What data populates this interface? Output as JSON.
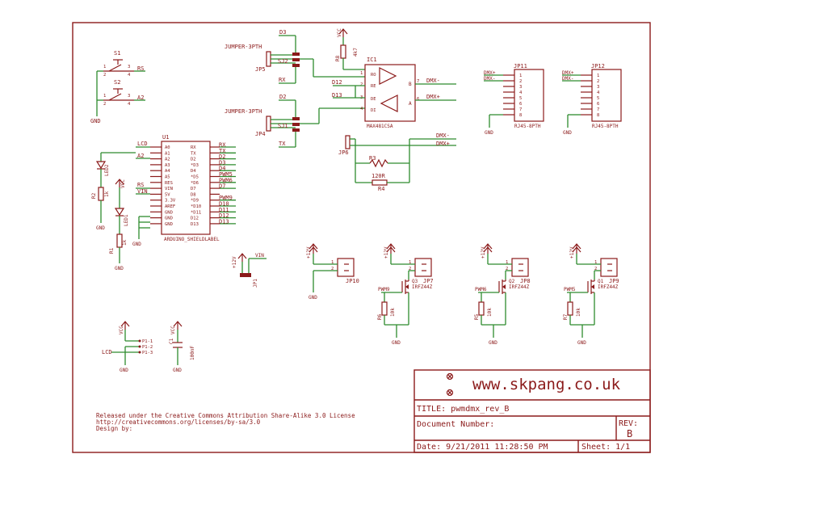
{
  "title_block": {
    "website": "www.skpang.co.uk",
    "title": "TITLE: pwmdmx_rev_B",
    "doc_number": "Document Number:",
    "rev_label": "REV:",
    "rev_value": "B",
    "date": "Date: 9/21/2011 11:28:50 PM",
    "sheet": "Sheet: 1/1"
  },
  "license": {
    "line1": "Released under the Creative Commons Attribution Share-Alike 3.0 License",
    "line2": "http://creativecommons.org/licenses/by-sa/3.0",
    "line3": "Design by:"
  },
  "switches": {
    "s1": "S1",
    "s2": "S2",
    "rs": "RS",
    "a2": "A2",
    "gnd": "GND",
    "p1": "1",
    "p2": "2",
    "p3": "3",
    "p4": "4"
  },
  "jumpers": {
    "jp5_label": "JUMPER-3PTH",
    "jp5": "JP5",
    "sj2": "SJ2",
    "d3": "D3",
    "rx": "RX",
    "jp4_label": "JUMPER-3PTH",
    "jp4": "JP4",
    "sj1": "SJ1",
    "d2": "D2",
    "tx": "TX"
  },
  "transceiver": {
    "ic": "IC1",
    "part": "MAX481CSA",
    "vcc": "VCC",
    "r8": "R8",
    "r8v": "4k7",
    "d12": "D12",
    "d13": "D13",
    "pins": [
      "RO",
      "RE",
      "DE",
      "DI"
    ],
    "pin_nums": [
      "1",
      "2",
      "3",
      "4",
      "6",
      "7"
    ],
    "a": "A",
    "b": "B",
    "dmx_minus": "DMX-",
    "dmx_plus": "DMX+"
  },
  "terminator": {
    "jp6": "JP6",
    "r3": "R3",
    "r4": "R4",
    "r4v": "120R",
    "dmx_minus": "DMX-",
    "dmx_plus": "DMX+"
  },
  "rj45": {
    "jp11": "JP11",
    "jp12": "JP12",
    "part": "RJ45-8PTH",
    "dmx_plus": "DMX+",
    "dmx_minus": "DMX-",
    "gnd": "GND",
    "pins": [
      "1",
      "2",
      "3",
      "4",
      "5",
      "6",
      "7",
      "8"
    ]
  },
  "arduino": {
    "name": "U1",
    "part": "ARDUINO_SHIELDLABEL",
    "left_pins": [
      "A0",
      "A1",
      "A2",
      "A3",
      "A4",
      "A5",
      "RES",
      "VIN",
      "5V",
      "3.3V",
      "AREF",
      "GND",
      "GND",
      "GND"
    ],
    "right_pins": [
      "RX",
      "TX",
      "D2",
      "*D3",
      "D4",
      "*D5",
      "*D6",
      "D7",
      "D8",
      "*D9",
      "*D10",
      "*D11",
      "D12",
      "D13"
    ],
    "left_nets": {
      "a0": "LCD",
      "a1": "A2",
      "res": "RS",
      "vin": "VIN"
    },
    "right_nets": [
      "RX",
      "TX",
      "D2",
      "D3",
      "D4",
      "PWM5",
      "PWM6",
      "D7",
      "",
      "PWM9",
      "D10",
      "D11",
      "D12",
      "D13"
    ],
    "gnd": "GND"
  },
  "leds": {
    "led2": "LED2",
    "r2": "R2",
    "r2v": "1k",
    "led1": "LED1",
    "r1": "R1",
    "r1v": "1k",
    "vcc": "VCC",
    "gnd": "GND"
  },
  "jp1": {
    "name": "JP1",
    "v12": "+12V",
    "vin": "VIN"
  },
  "lcd_conn": {
    "vcc": "VCC",
    "lcd": "LCD",
    "gnd": "GND",
    "pins": [
      "P1-1",
      "P1-2",
      "P1-3"
    ],
    "c1": "C1",
    "c1v": "100nF",
    "c_vcc": "VCC",
    "c_gnd": "GND"
  },
  "power_outputs": [
    {
      "jp": "JP10",
      "v": "+12V",
      "gnd": "GND",
      "q": "",
      "qpart": "",
      "r": "",
      "rv": "",
      "pwm": "",
      "pin1": "1",
      "pin2": "2"
    },
    {
      "jp": "JP7",
      "v": "+12V",
      "gnd": "GND",
      "q": "Q3",
      "qpart": "IRFZ44Z",
      "r": "R6",
      "rv": "10k",
      "pwm": "PWM9",
      "pin1": "1",
      "pin2": "2"
    },
    {
      "jp": "JP8",
      "v": "+12V",
      "gnd": "GND",
      "q": "Q2",
      "qpart": "IRFZ44Z",
      "r": "R5",
      "rv": "10k",
      "pwm": "PWM6",
      "pin1": "1",
      "pin2": "2"
    },
    {
      "jp": "JP9",
      "v": "+12V",
      "gnd": "GND",
      "q": "Q1",
      "qpart": "IRFZ44Z",
      "r": "R7",
      "rv": "10k",
      "pwm": "PWM5",
      "pin1": "1",
      "pin2": "2"
    }
  ],
  "colors": {
    "part": "#8b1a1a",
    "wire": "#2e8b2e",
    "background": "#ffffff"
  }
}
